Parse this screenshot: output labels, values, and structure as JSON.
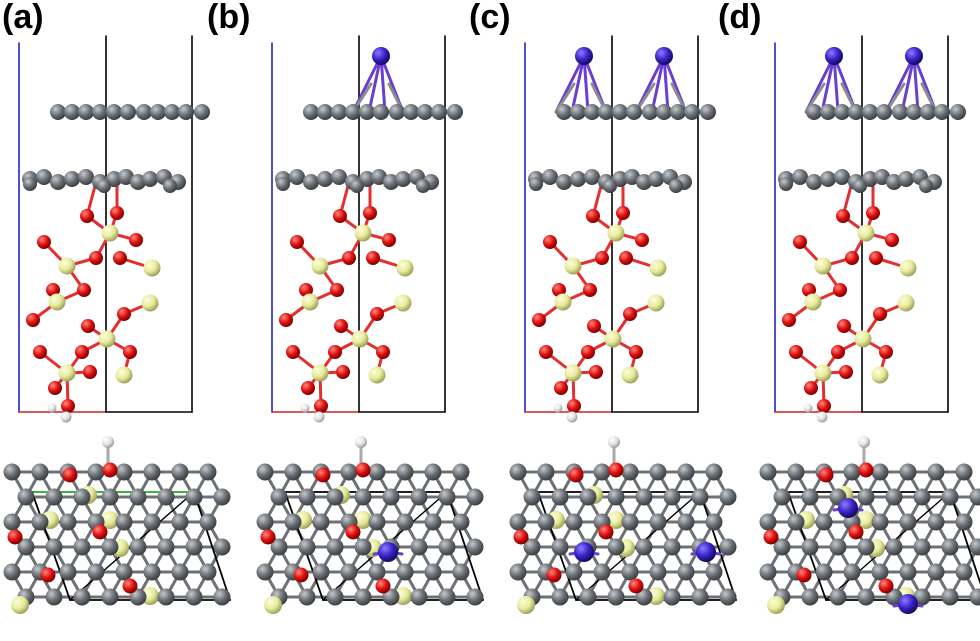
{
  "panels": [
    {
      "label": "(a)",
      "adsorbates": 0
    },
    {
      "label": "(b)",
      "adsorbates": 1
    },
    {
      "label": "(c)",
      "adsorbates": 2
    },
    {
      "label": "(d)",
      "adsorbates": 2
    }
  ],
  "colors": {
    "carbon": "#6b7076",
    "oxygen": "#e01010",
    "silicon": "#e8ec9a",
    "hydrogen": "#e4e4e4",
    "adsorbate": "#3a22c9",
    "bond_adsorbate": "#6a3fd0",
    "cell_edge": "#000000",
    "axis_c": "#2222cc",
    "axis_a": "#cc2222",
    "axis_b": "#22aa22"
  }
}
